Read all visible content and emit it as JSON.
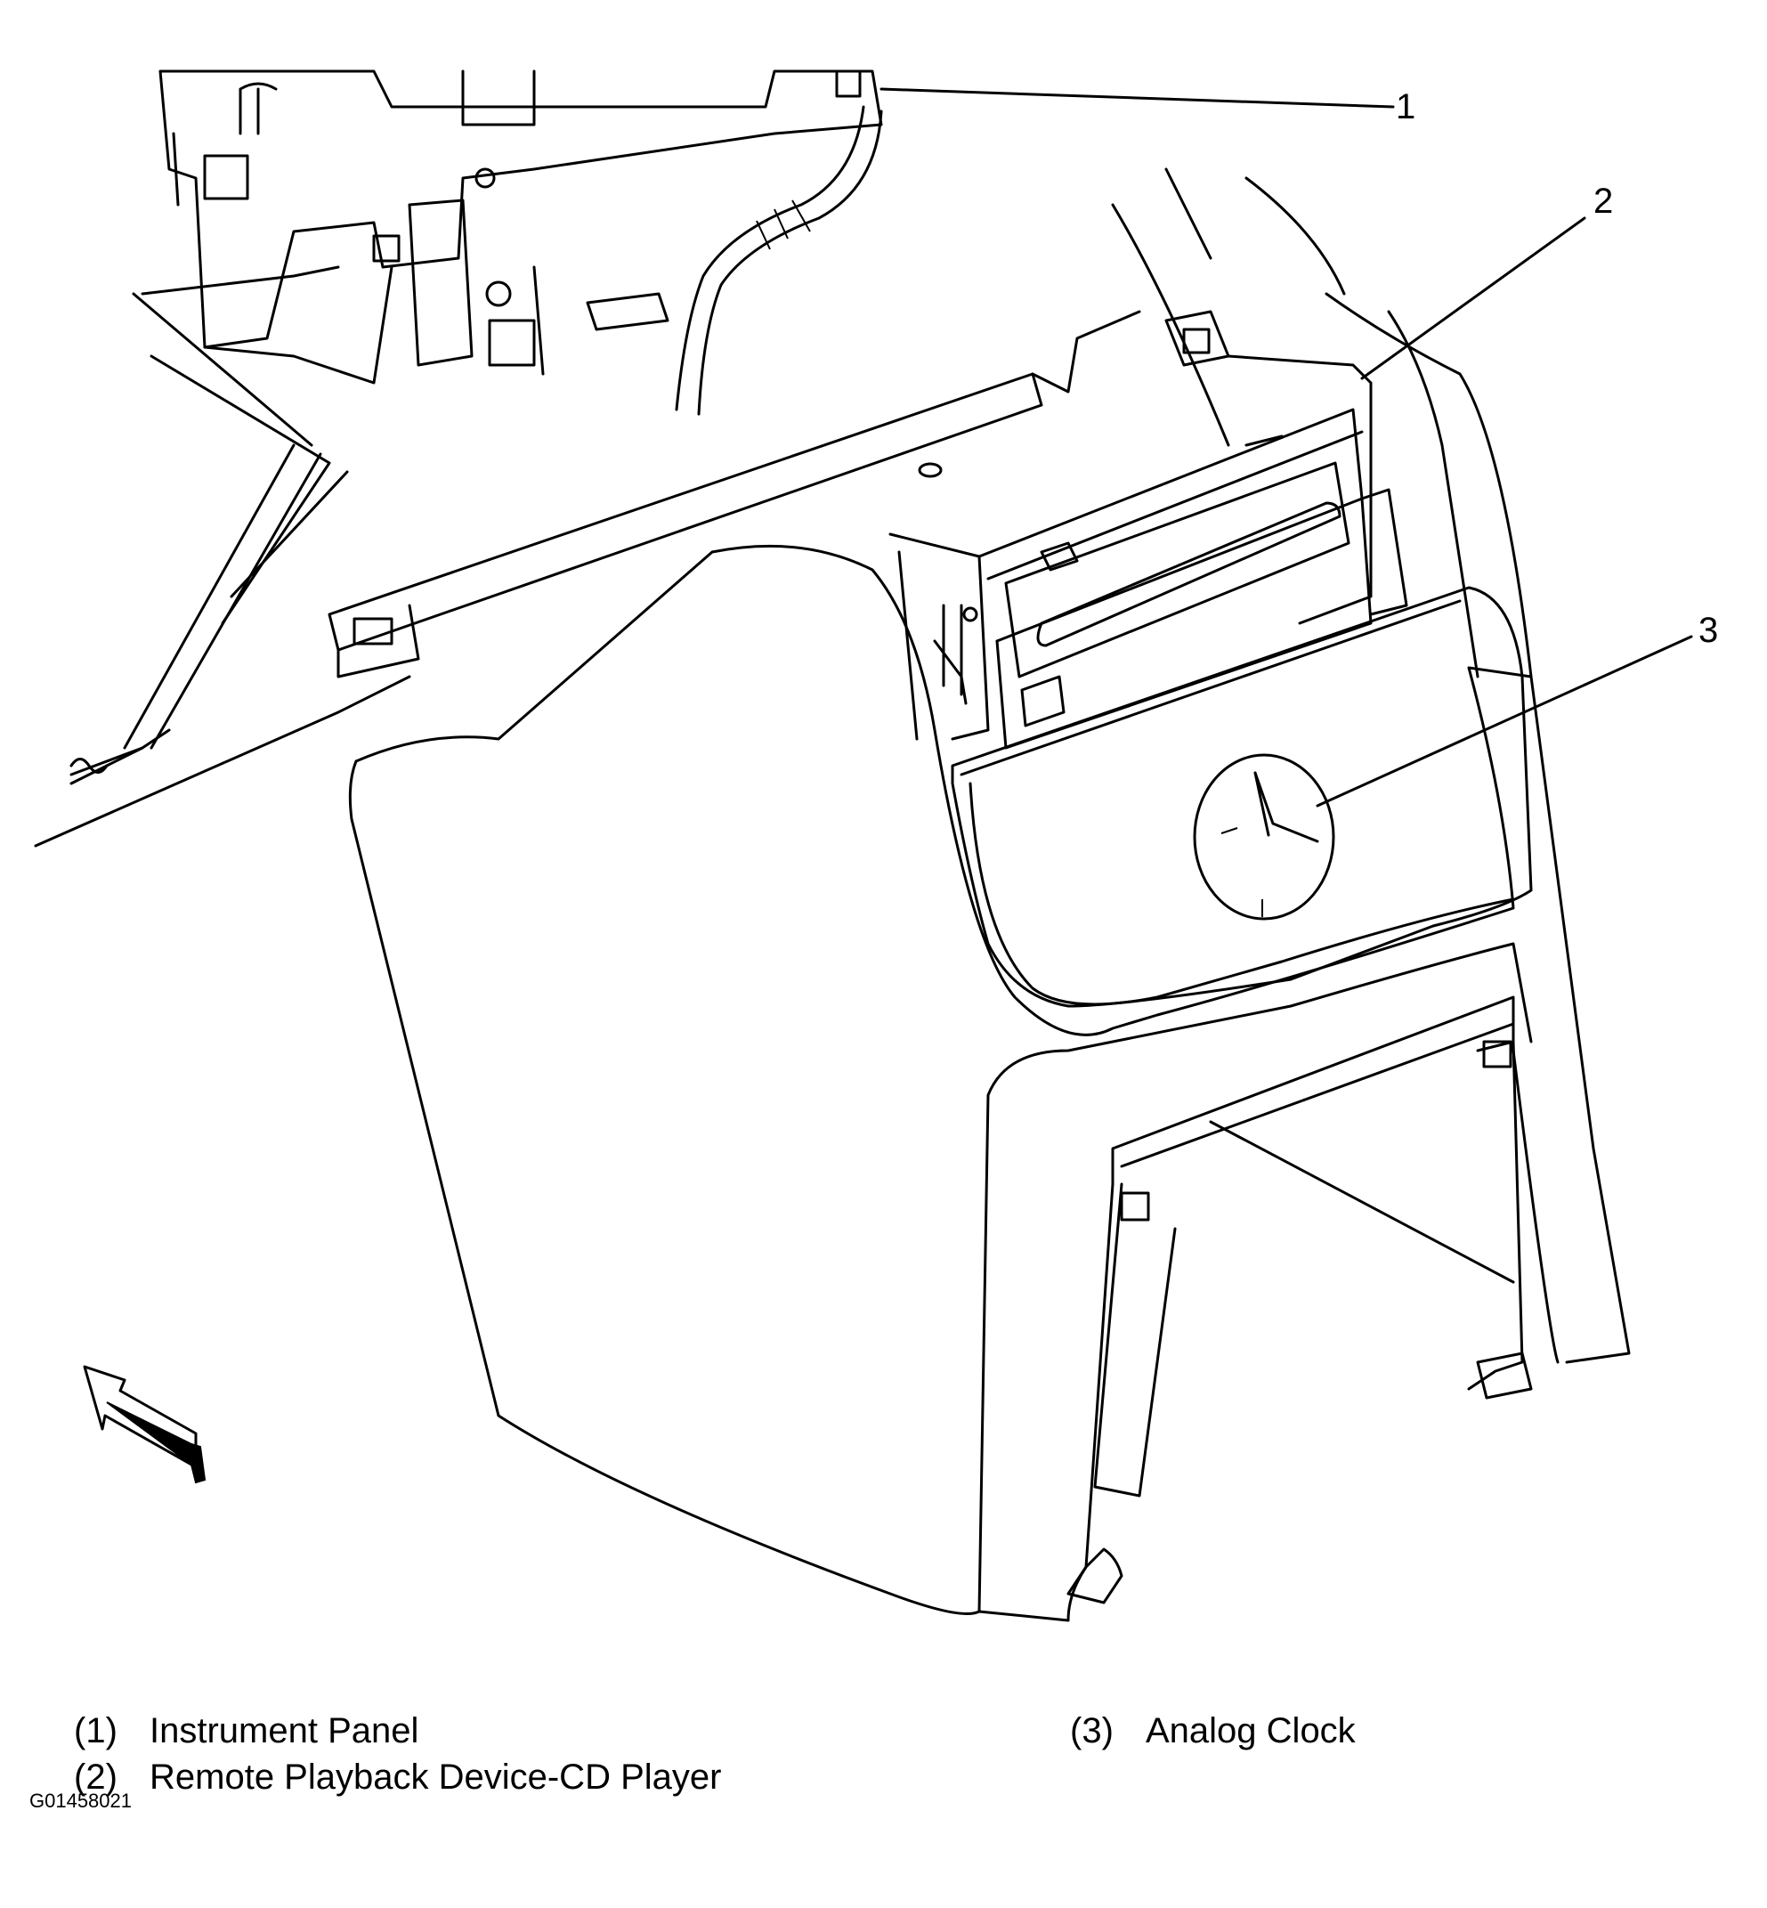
{
  "callouts": [
    "1",
    "2",
    "3"
  ],
  "legend": [
    {
      "number": "(1)",
      "label": "Instrument Panel"
    },
    {
      "number": "(2)",
      "label": "Remote Playback Device-CD Player"
    },
    {
      "number": "(3)",
      "label": "Analog Clock"
    }
  ],
  "figure_id": "G01458021",
  "icons": [
    "direction-arrow-icon"
  ]
}
